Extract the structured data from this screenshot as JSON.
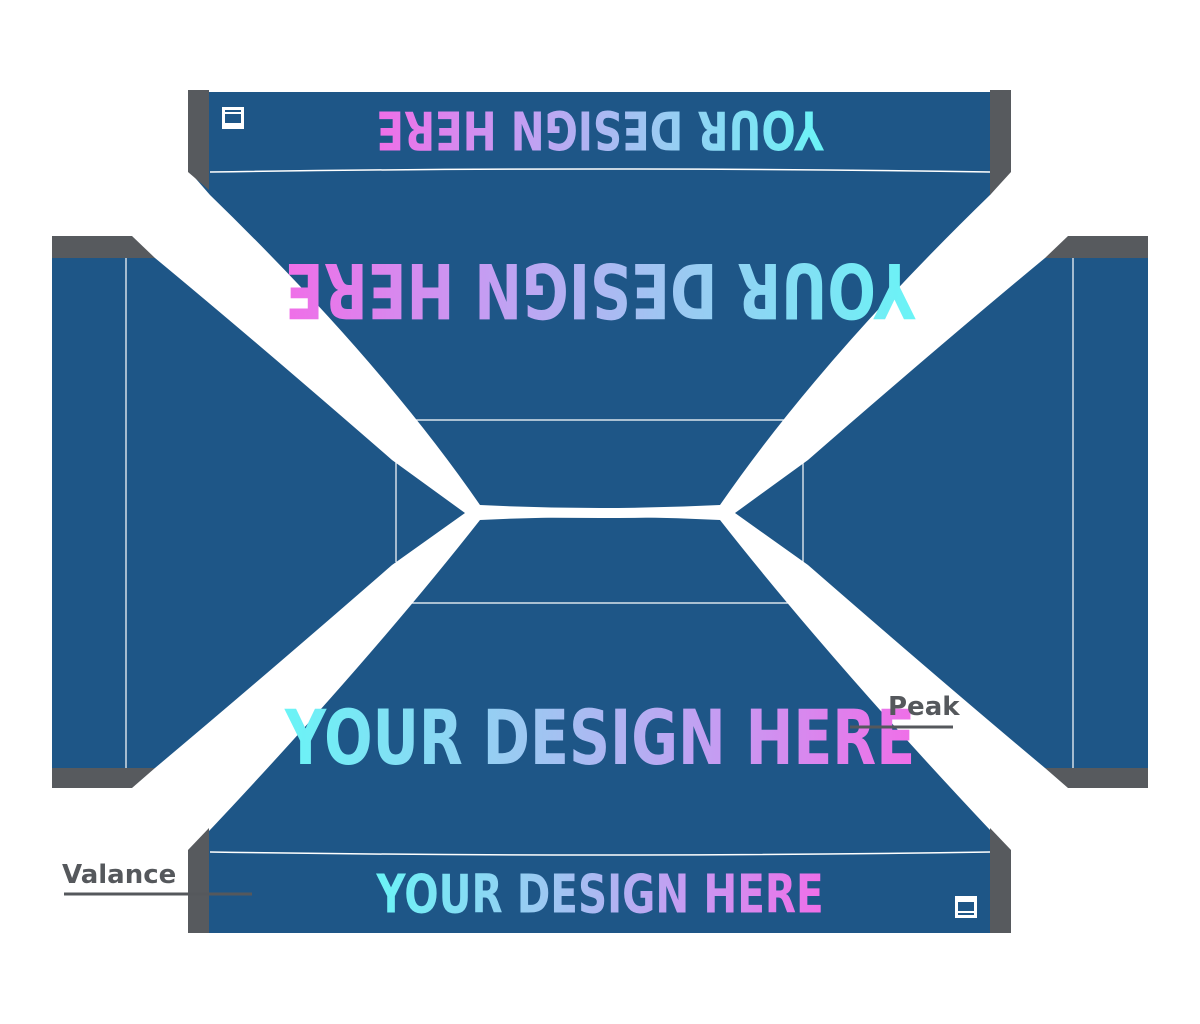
{
  "colors": {
    "panel": "#1e5687",
    "frame": "#575a5e",
    "seam": "#ffffff",
    "callout": "#55585c",
    "gradient_cyan": "#6af4f6",
    "gradient_light": "#9fc6f2",
    "gradient_purple": "#c79af2",
    "gradient_pink": "#f06ee8"
  },
  "panels": {
    "top_roof_text": "YOUR DESIGN HERE",
    "bottom_roof_text": "YOUR DESIGN HERE",
    "top_valance_text": "YOUR DESIGN HERE",
    "bottom_valance_text": "YOUR DESIGN HERE"
  },
  "callouts": {
    "peak": "Peak",
    "valance": "Valance"
  },
  "icons": {
    "brand_logo": "brand-logo-icon"
  }
}
